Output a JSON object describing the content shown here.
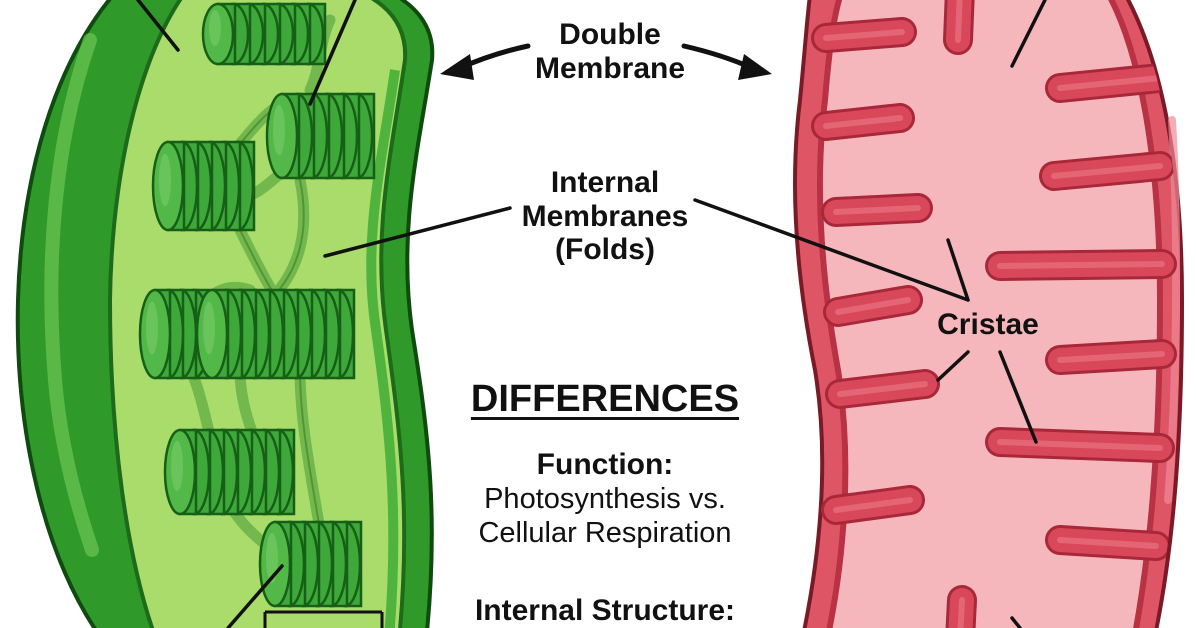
{
  "labels": {
    "double_membrane_1": "Double",
    "double_membrane_2": "Membrane",
    "internal_1": "Internal",
    "internal_2": "Membranes",
    "internal_3": "(Folds)",
    "cristae": "Cristae",
    "differences": "DIFFERENCES",
    "function_heading": "Function:",
    "function_line_1": "Photosynthesis vs.",
    "function_line_2": "Cellular Respiration",
    "structure_heading": "Internal Structure:"
  },
  "colors": {
    "chloroplast_outer": "#2f9a2a",
    "chloroplast_inner": "#a9dc6a",
    "granum": "#3fa83a",
    "mito_outer": "#de5566",
    "mito_matrix": "#f6b7bc",
    "mito_crista": "#d8485a",
    "ink": "#111111"
  }
}
